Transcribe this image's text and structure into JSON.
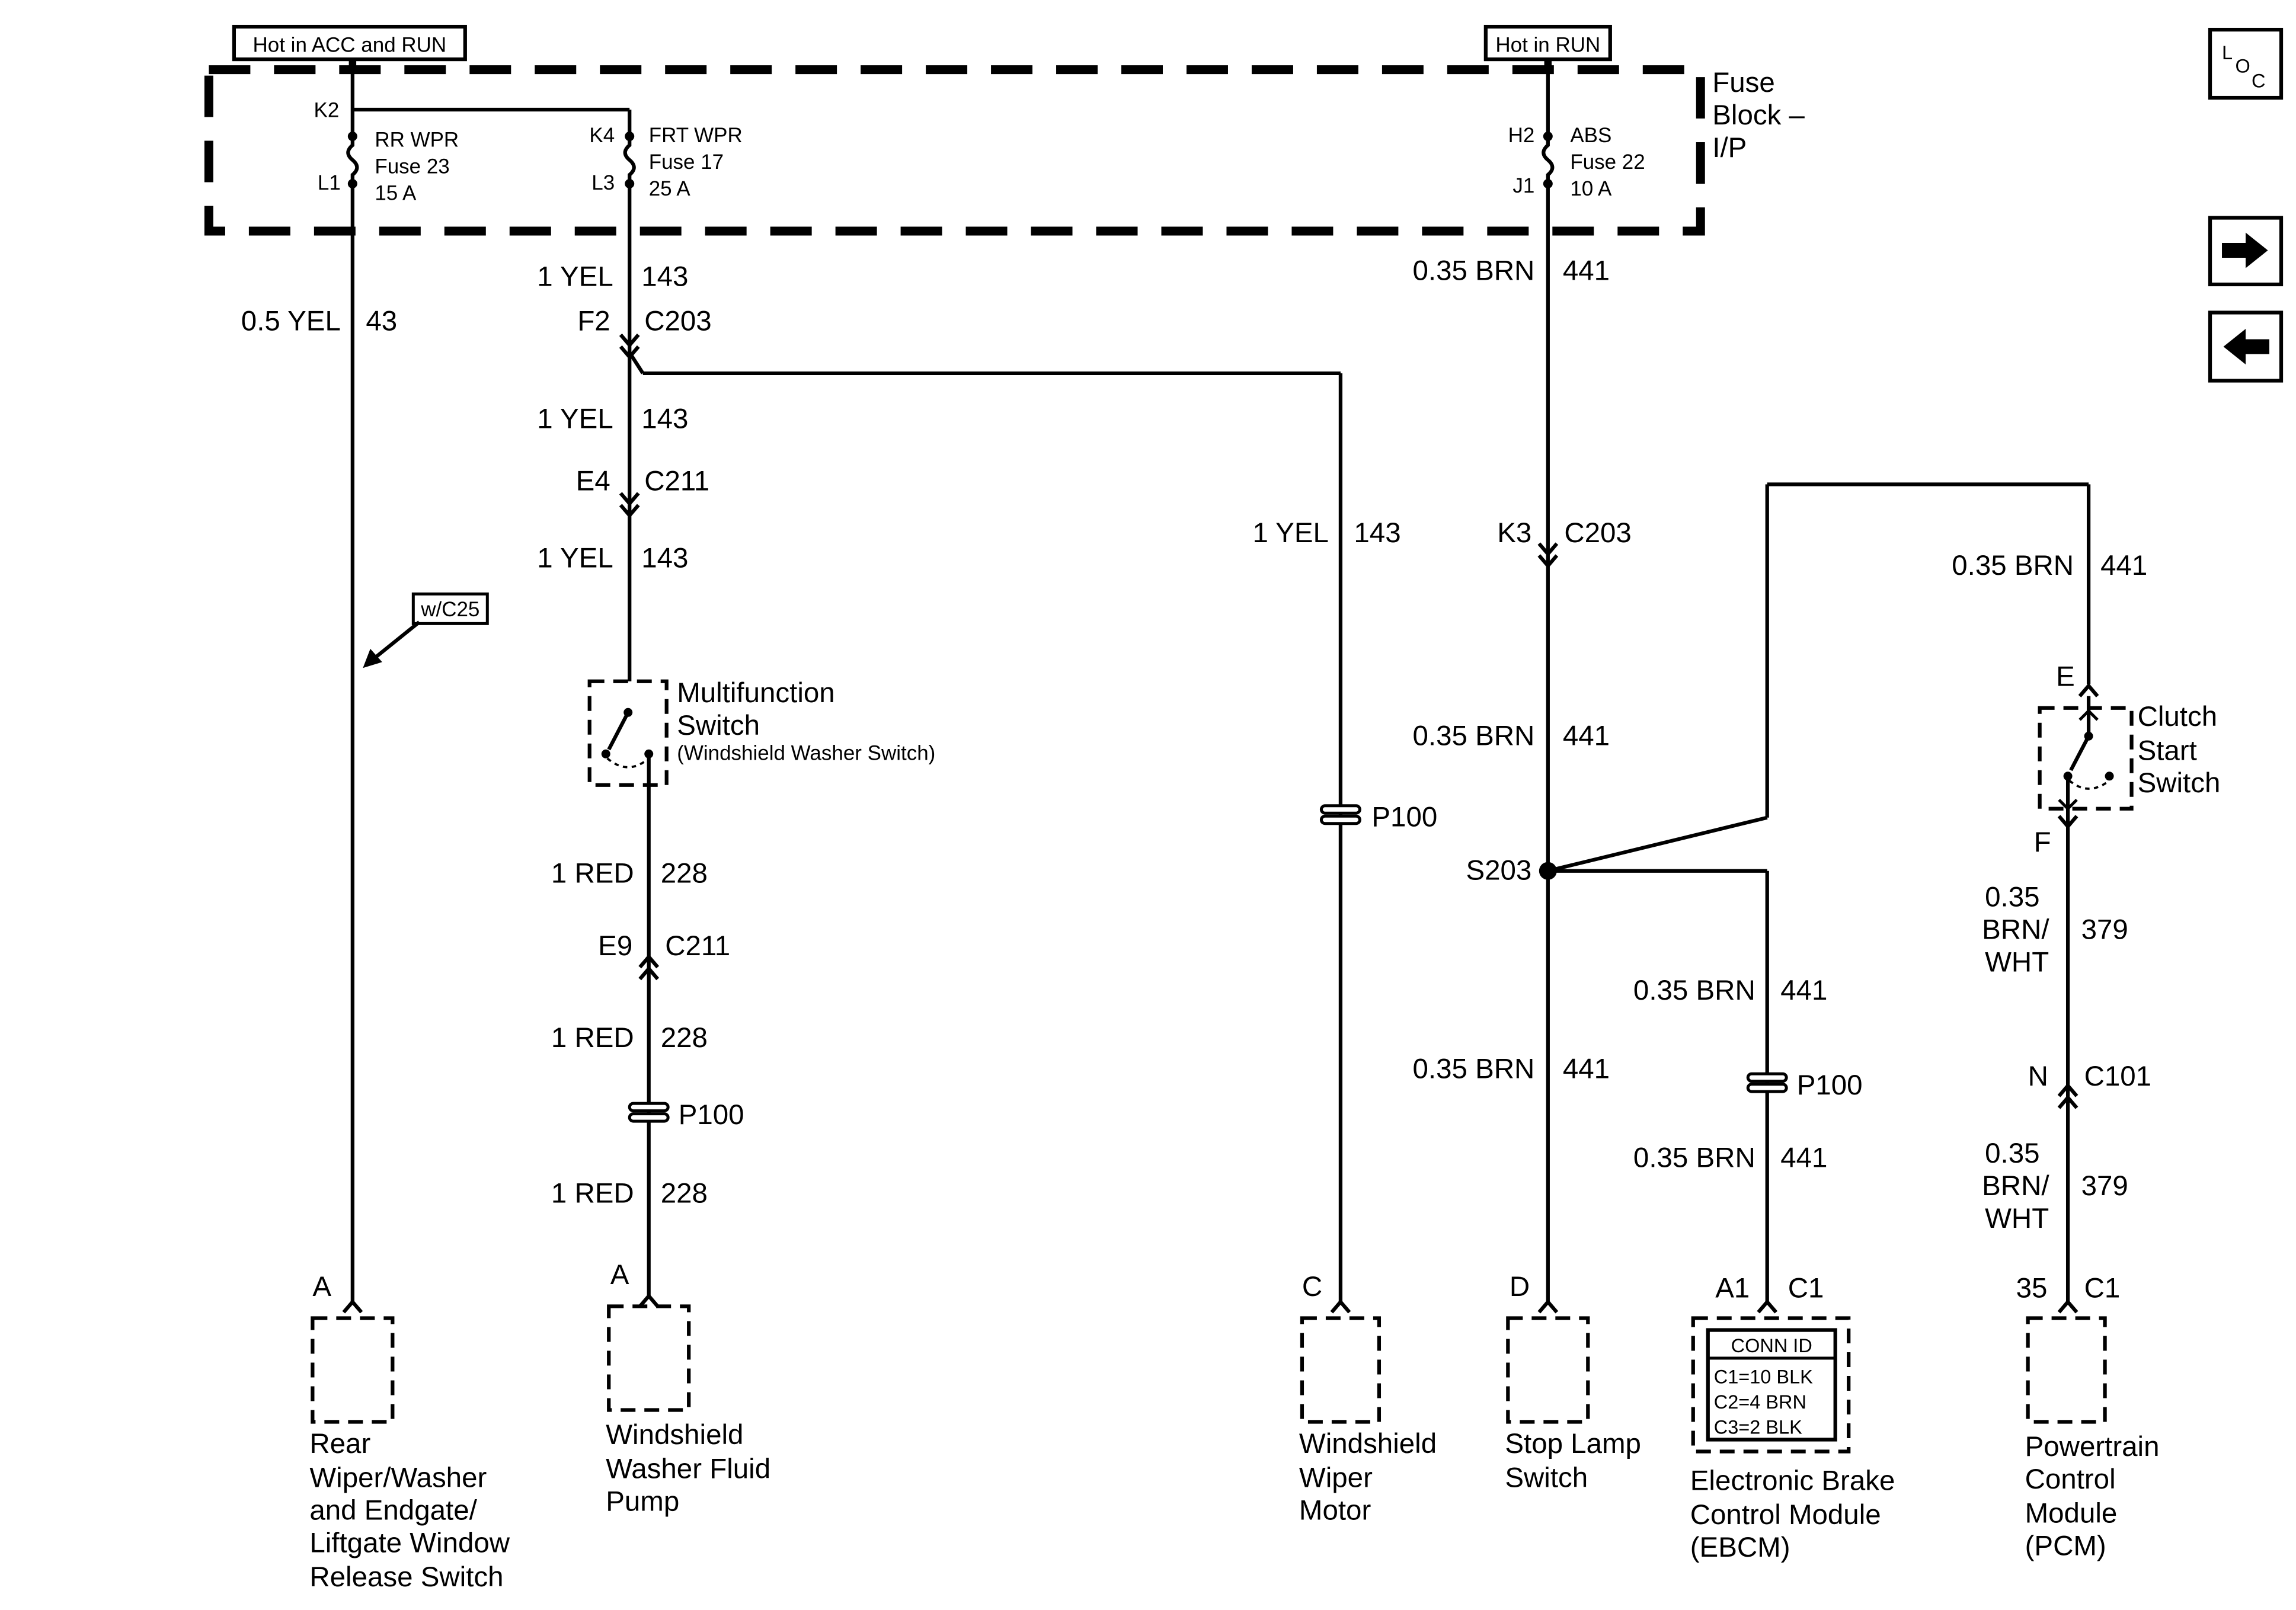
{
  "power": {
    "acc_run": "Hot in ACC and RUN",
    "run": "Hot in RUN"
  },
  "fuse_block": {
    "line1": "Fuse",
    "line2": "Block –",
    "line3": "I/P"
  },
  "fuses": [
    {
      "top_pin": "K2",
      "bottom_pin": "L1",
      "name": "RR WPR",
      "fuse": "Fuse 23",
      "rating": "15 A"
    },
    {
      "top_pin": "K4",
      "bottom_pin": "L3",
      "name": "FRT WPR",
      "fuse": "Fuse 17",
      "rating": "25 A"
    },
    {
      "top_pin": "H2",
      "bottom_pin": "J1",
      "name": "ABS",
      "fuse": "Fuse 22",
      "rating": "10 A"
    }
  ],
  "wires": {
    "w_05yel": "0.5 YEL",
    "c43": "43",
    "w_1yel": "1 YEL",
    "c143": "143",
    "w_1red": "1 RED",
    "c228": "228",
    "w_035brn": "0.35 BRN",
    "c441": "441",
    "w_035": "0.35",
    "w_brn": "BRN/",
    "w_wht": "WHT",
    "c379": "379"
  },
  "connectors": {
    "f2": "F2",
    "c203": "C203",
    "e4": "E4",
    "c211": "C211",
    "e9": "E9",
    "k3": "K3",
    "p100": "P100",
    "s203": "S203",
    "e": "E",
    "f": "F",
    "n": "N",
    "c101": "C101",
    "a": "A",
    "c": "C",
    "d": "D",
    "a1": "A1",
    "c1": "C1",
    "p35": "35"
  },
  "option_tag": "w/C25",
  "switches": {
    "multifunction_1": "Multifunction",
    "multifunction_2": "Switch",
    "multifunction_sub": "(Windshield Washer Switch)",
    "clutch_1": "Clutch",
    "clutch_2": "Start",
    "clutch_3": "Switch"
  },
  "components": {
    "rear": [
      "Rear",
      "Wiper/Washer",
      "and Endgate/",
      "Liftgate Window",
      "Release Switch"
    ],
    "pump": [
      "Windshield",
      "Washer Fluid",
      "Pump"
    ],
    "motor": [
      "Windshield",
      "Wiper",
      "Motor"
    ],
    "stop": [
      "Stop Lamp",
      "Switch"
    ],
    "ebcm": [
      "Electronic Brake",
      "Control Module",
      "(EBCM)"
    ],
    "pcm": [
      "Powertrain",
      "Control",
      "Module",
      "(PCM)"
    ]
  },
  "conn_id": {
    "title": "CONN ID",
    "rows": [
      "C1=10 BLK",
      "C2=4 BRN",
      "C3=2 BLK"
    ]
  },
  "loc": {
    "l": "L",
    "o": "O",
    "c": "C"
  },
  "nav": {
    "next": "→",
    "prev": "←"
  }
}
